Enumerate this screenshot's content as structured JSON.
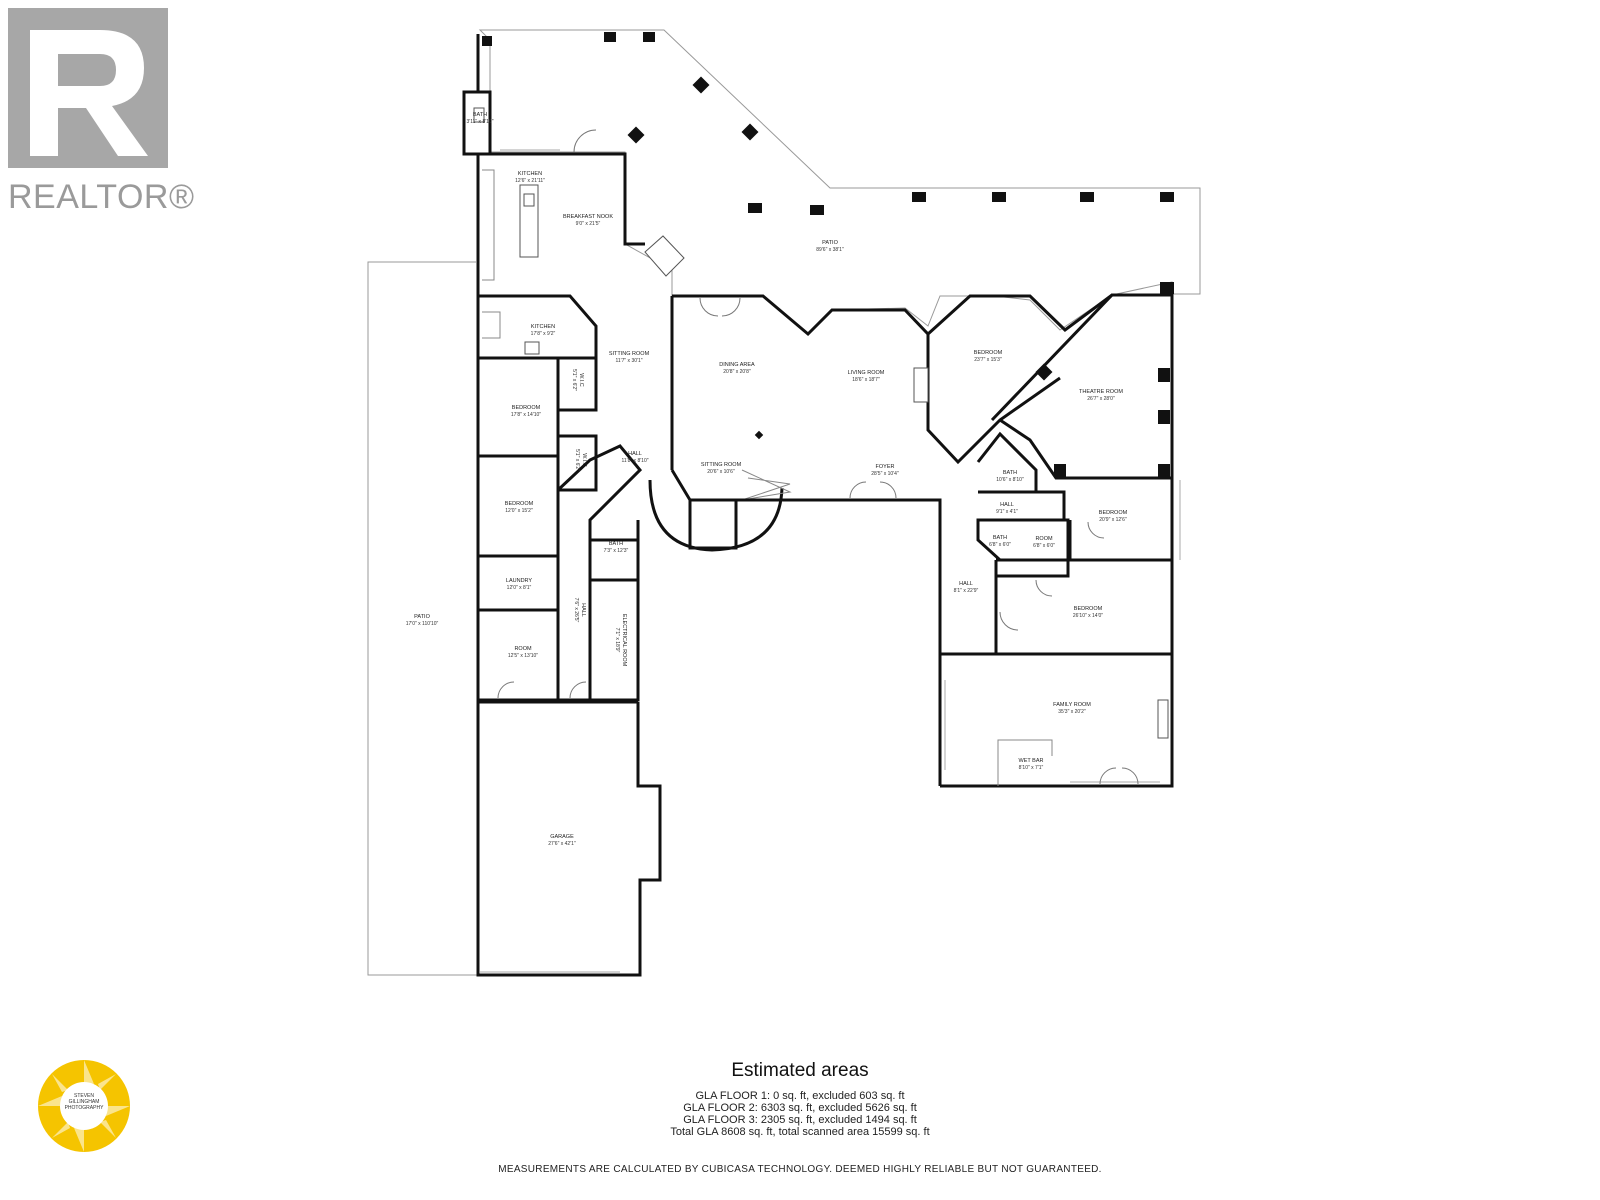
{
  "branding": {
    "realtor_mark": "R",
    "realtor_word": "REALTOR®",
    "photographer": "STEVEN GILLINGHAM PHOTOGRAPHY",
    "badge_color": "#f5c400"
  },
  "rooms": {
    "bath_top": {
      "name": "BATH",
      "dim": "3'11\" x 8'10\""
    },
    "kitchen_top": {
      "name": "KITCHEN",
      "dim": "12'6\" x 21'11\""
    },
    "breakfast_nook": {
      "name": "BREAKFAST NOOK",
      "dim": "9'0\" x 21'5\""
    },
    "patio_top": {
      "name": "PATIO",
      "dim": "89'6\" x 38'1\""
    },
    "kitchen_2": {
      "name": "KITCHEN",
      "dim": "17'8\" x 9'2\""
    },
    "sitting_room_1": {
      "name": "SITTING ROOM",
      "dim": "11'7\" x 30'1\""
    },
    "dining_area": {
      "name": "DINING AREA",
      "dim": "20'8\" x 20'8\""
    },
    "living_room": {
      "name": "LIVING ROOM",
      "dim": "18'6\" x 18'7\""
    },
    "bedroom_ne": {
      "name": "BEDROOM",
      "dim": "23'7\" x 15'3\""
    },
    "theatre_room": {
      "name": "THEATRE ROOM",
      "dim": "26'7\" x 28'0\""
    },
    "bedroom_w1": {
      "name": "BEDROOM",
      "dim": "17'8\" x 14'10\""
    },
    "wic_1": {
      "name": "W.I.C",
      "dim": "5'1\" x 6'2\""
    },
    "hall_1": {
      "name": "HALL",
      "dim": "11'8\" x 8'10\""
    },
    "sitting_room_2": {
      "name": "SITTING ROOM",
      "dim": "20'6\" x 10'6\""
    },
    "foyer": {
      "name": "FOYER",
      "dim": "28'5\" x 10'4\""
    },
    "bath_e": {
      "name": "BATH",
      "dim": "10'6\" x 8'10\""
    },
    "wic_2": {
      "name": "W.I.C",
      "dim": "5'1\" x 6'2\""
    },
    "bedroom_w2": {
      "name": "BEDROOM",
      "dim": "12'0\" x 15'2\""
    },
    "hall_e": {
      "name": "HALL",
      "dim": "9'1\" x 4'1\""
    },
    "bedroom_e1": {
      "name": "BEDROOM",
      "dim": "20'9\" x 12'6\""
    },
    "bath_mid": {
      "name": "BATH",
      "dim": "7'3\" x 12'3\""
    },
    "bath_e2": {
      "name": "BATH",
      "dim": "6'8\" x 6'0\""
    },
    "room_e": {
      "name": "ROOM",
      "dim": "6'8\" x 6'0\""
    },
    "laundry": {
      "name": "LAUNDRY",
      "dim": "12'0\" x 8'1\""
    },
    "hall_w": {
      "name": "HALL",
      "dim": "7'6\" x 26'5\""
    },
    "hall_s": {
      "name": "HALL",
      "dim": "8'1\" x 22'9\""
    },
    "bedroom_e2": {
      "name": "BEDROOM",
      "dim": "26'10\" x 14'0\""
    },
    "patio_w": {
      "name": "PATIO",
      "dim": "17'0\" x 110'10\""
    },
    "electrical_room": {
      "name": "ELECTRICAL ROOM",
      "dim": "7'1\" x 18'9\""
    },
    "room_w": {
      "name": "ROOM",
      "dim": "12'5\" x 13'10\""
    },
    "family_room": {
      "name": "FAMILY ROOM",
      "dim": "35'3\" x 20'2\""
    },
    "wet_bar": {
      "name": "WET BAR",
      "dim": "8'10\" x 7'1\""
    },
    "garage": {
      "name": "GARAGE",
      "dim": "27'6\" x 42'1\""
    }
  },
  "areas": {
    "title": "Estimated areas",
    "lines": [
      "GLA FLOOR 1: 0 sq. ft, excluded 603 sq. ft",
      "GLA FLOOR 2: 6303 sq. ft, excluded 5626 sq. ft",
      "GLA FLOOR 3: 2305 sq. ft, excluded 1494 sq. ft",
      "Total GLA 8608 sq. ft, total scanned area 15599 sq. ft"
    ]
  },
  "disclaimer": "MEASUREMENTS ARE CALCULATED BY CUBICASA TECHNOLOGY. DEEMED HIGHLY RELIABLE BUT NOT GUARANTEED."
}
